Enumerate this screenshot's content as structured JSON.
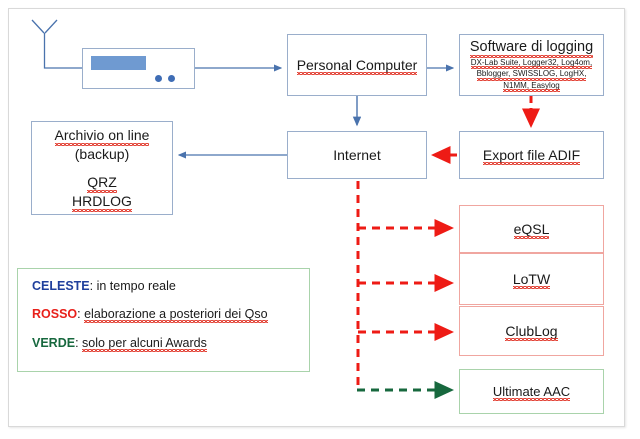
{
  "diagram": {
    "title_present": false,
    "colors": {
      "blue_border": "#9aaecb",
      "blue_arrow": "#4a73ad",
      "red": "#ee1b15",
      "red_border": "#f0a6a0",
      "green": "#17683e",
      "green_border": "#a9d3ab",
      "radio_display": "#6f9ad1",
      "radio_knob": "#3f6db5"
    }
  },
  "radio": {
    "name": "transceiver-radio",
    "antenna": "antenna-icon",
    "display": "radio-display",
    "knobs": 2
  },
  "nodes": {
    "personal_computer": {
      "label": "Personal Computer"
    },
    "software_logging": {
      "title": "Software di logging",
      "list_line1": "DX-Lab Suite, Logger32, Log4om,",
      "list_line2": "Bblogger, SWISSLOG, LogHX,",
      "list_line3": "N1MM, Easylog"
    },
    "internet": {
      "label": "Internet"
    },
    "export_adif": {
      "label": "Export file ADIF"
    },
    "archivio": {
      "line1": "Archivio on line",
      "line2": "(backup)",
      "line3": "QRZ",
      "line4": "HRDLOG"
    },
    "eqsl": {
      "label": "eQSL"
    },
    "lotw": {
      "label": "LoTW"
    },
    "clublog": {
      "label": "ClubLog"
    },
    "ultimate_aac": {
      "label": "Ultimate AAC"
    }
  },
  "legend": {
    "rows": [
      {
        "key": "CELESTE",
        "sep": ": ",
        "text": "in tempo reale",
        "color": "#1f3f9c"
      },
      {
        "key": "ROSSO",
        "sep": ": ",
        "text": "elaborazione a posteriori dei Qso",
        "color": "#e8201a"
      },
      {
        "key": "VERDE",
        "sep": ": ",
        "text": "solo per alcuni Awards",
        "color": "#17683e"
      }
    ]
  },
  "edges": [
    {
      "name": "radio-to-pc",
      "style": "solid",
      "color": "#4a73ad"
    },
    {
      "name": "pc-to-software",
      "style": "solid",
      "color": "#4a73ad"
    },
    {
      "name": "pc-to-internet",
      "style": "solid",
      "color": "#4a73ad"
    },
    {
      "name": "internet-to-archivio",
      "style": "solid",
      "color": "#4a73ad"
    },
    {
      "name": "software-to-export-adif",
      "style": "dashed",
      "color": "#ee1b15"
    },
    {
      "name": "export-adif-to-internet",
      "style": "dashed",
      "color": "#ee1b15"
    },
    {
      "name": "internet-to-eqsl",
      "style": "dashed",
      "color": "#ee1b15"
    },
    {
      "name": "internet-to-lotw",
      "style": "dashed",
      "color": "#ee1b15"
    },
    {
      "name": "internet-to-clublog",
      "style": "dashed",
      "color": "#ee1b15"
    },
    {
      "name": "internet-to-ultimate-aac",
      "style": "dashed",
      "color": "#17683e"
    }
  ]
}
